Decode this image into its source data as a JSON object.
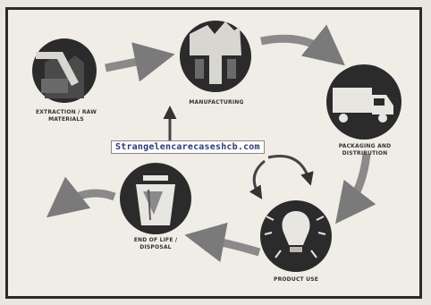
{
  "diagram": {
    "watermark": "Strangelencarecaseshcb.com",
    "nodes": [
      {
        "id": "extraction",
        "label": "Extraction / Raw materials",
        "icon": "mining-icon"
      },
      {
        "id": "manufacturing",
        "label": "Manufacturing",
        "icon": "factory-icon"
      },
      {
        "id": "packaging",
        "label": "Packaging and distribution",
        "icon": "truck-icon"
      },
      {
        "id": "product-use",
        "label": "Product use",
        "icon": "light-bulb-icon"
      },
      {
        "id": "end-of-life",
        "label": "End of life / disposal",
        "icon": "trash-bin-icon"
      }
    ]
  }
}
